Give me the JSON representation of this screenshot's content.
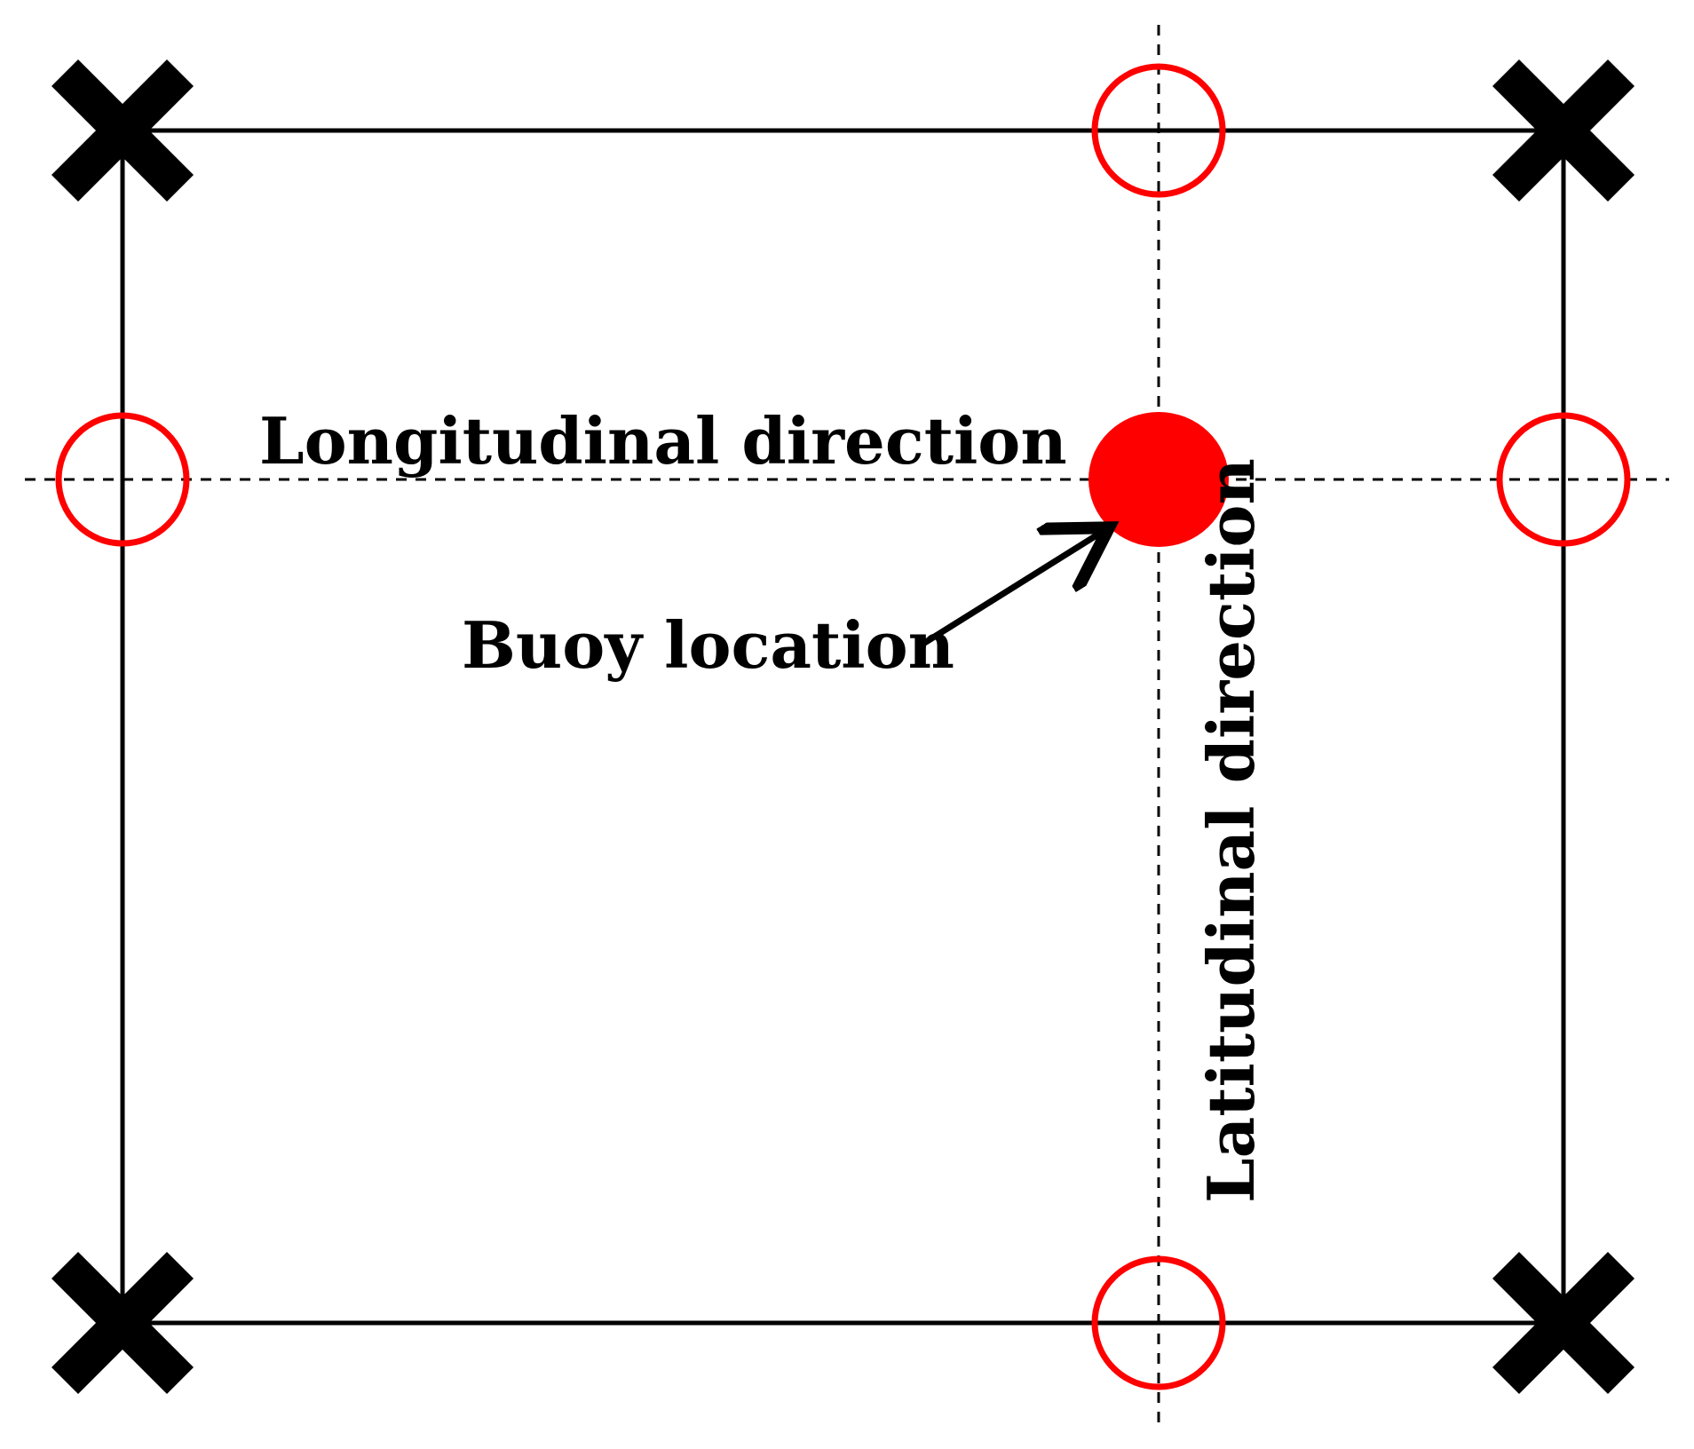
{
  "labels": {
    "longitudinal": "Longitudinal direction",
    "latitudinal": "Latitudinal direction",
    "buoy": "Buoy location"
  },
  "colors": {
    "grid_line": "#000000",
    "marker_x": "#000000",
    "open_circle": "#ff0000",
    "buoy_fill": "#ff0000",
    "background": "#ffffff"
  },
  "icons": {
    "corner_marker": "x-mark-icon",
    "grid_point": "open-circle-icon",
    "buoy": "filled-circle-icon"
  }
}
